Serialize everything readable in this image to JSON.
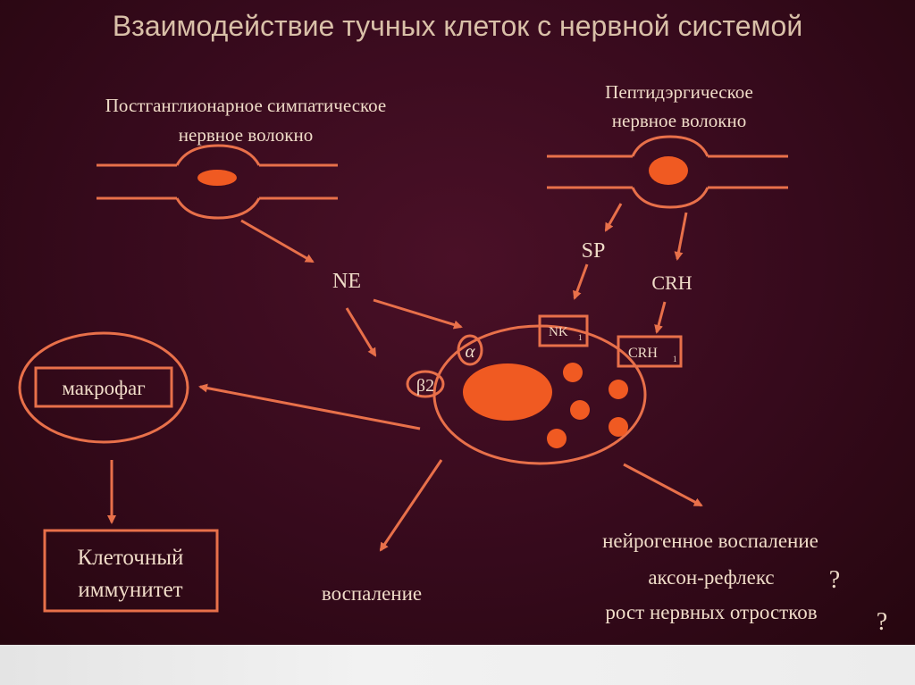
{
  "title": "Взаимодействие тучных клеток с нервной системой",
  "fibers": {
    "sympathetic": {
      "line1": "Постганглионарное симпатическое",
      "line2": "нервное волокно"
    },
    "peptidergic": {
      "line1": "Пептидэргическое",
      "line2": "нервное волокно"
    }
  },
  "mediators": {
    "ne": "NE",
    "sp": "SP",
    "crh": "CRH"
  },
  "receptors": {
    "alpha": "α",
    "beta": "β2",
    "nk": "NK",
    "nk_sub": "1",
    "crh": "CRH",
    "crh_sub": "1"
  },
  "macrophage": "макрофаг",
  "cell_immunity": {
    "line1": "Клеточный",
    "line2": "иммунитет"
  },
  "inflammation": "воспаление",
  "effects": {
    "line1": "нейрогенное воспаление",
    "line2": "аксон-рефлекс",
    "line3": "рост нервных отростков",
    "q1": "?",
    "q2": "?"
  },
  "colors": {
    "accent": "#e8704a",
    "granule": "#f05a22",
    "text": "#f0dcc8",
    "background": "#3a0b1e"
  }
}
